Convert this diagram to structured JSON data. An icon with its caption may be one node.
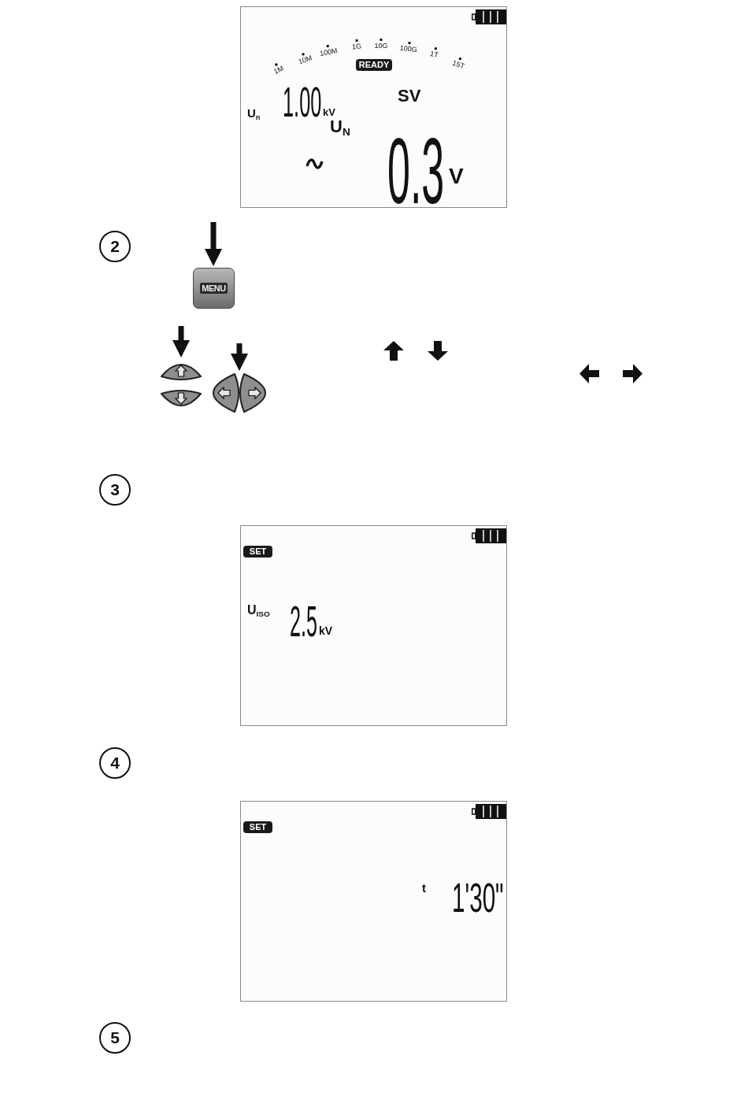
{
  "diagram": {
    "nodes": [
      {
        "text": [
          "1M",
          "10M",
          "100M",
          "1G",
          "10G",
          "100G",
          "1T",
          "15T",
          "U$_{n}$",
          "1.00",
          "kV",
          "SV",
          "U$_{N}$",
          "0.3",
          "V"
        ]
      },
      {
        "text": [
          "READY"
        ],
        "in": 0
      },
      {
        "text": [
          "2"
        ]
      },
      {
        "text": [
          "MENU"
        ]
      },
      {
        "text": [],
        "shape": "picture"
      },
      {
        "text": [],
        "shape": "picture"
      },
      {
        "text": [
          "3"
        ]
      },
      {
        "text": [
          "U$_{ISO}$",
          "2.5",
          "kV"
        ]
      },
      {
        "text": [
          "SET"
        ],
        "in": 7
      },
      {
        "text": [
          "4"
        ]
      },
      {
        "text": [
          "t",
          "1'30\""
        ]
      },
      {
        "text": [
          "SET"
        ],
        "in": 10
      },
      {
        "text": [
          "5"
        ]
      }
    ],
    "edges": [
      {
        "from": null,
        "to": 3,
        "arrow": "to"
      },
      {
        "from": null,
        "to": 4,
        "arrow": "to"
      },
      {
        "from": null,
        "to": 5,
        "arrow": "to"
      }
    ]
  }
}
